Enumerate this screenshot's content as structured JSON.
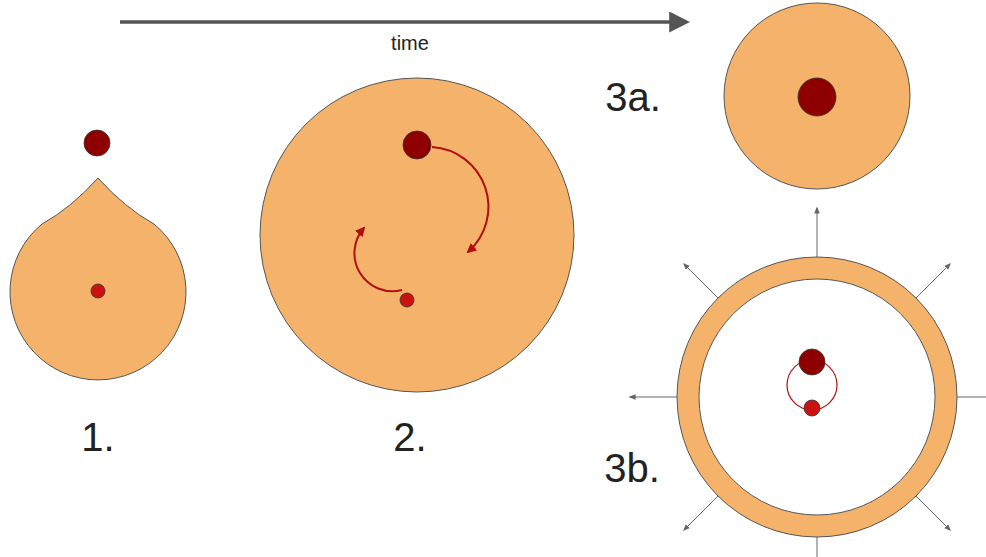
{
  "diagram": {
    "labels": [
      "time",
      "1.",
      "2.",
      "3a.",
      "3b."
    ]
  }
}
